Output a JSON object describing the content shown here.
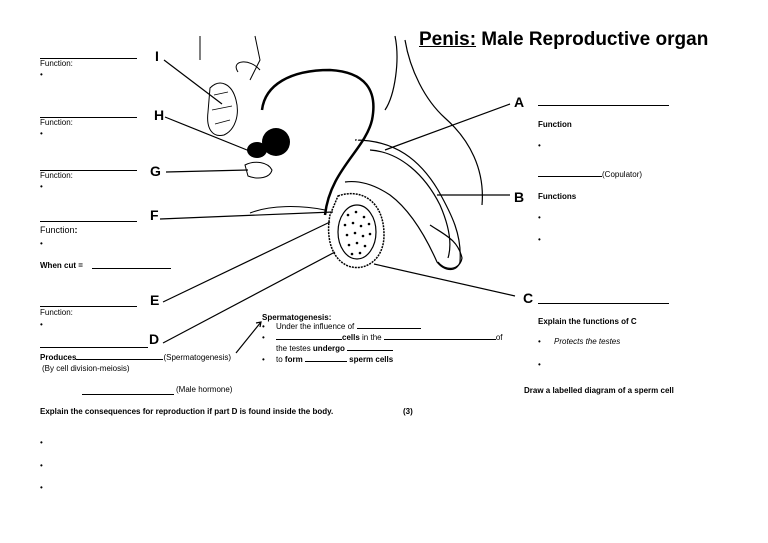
{
  "title": {
    "part1": "Penis:",
    "part2": " Male Reproductive organ"
  },
  "labels": {
    "A": "A",
    "B": "B",
    "C": "C",
    "D": "D",
    "E": "E",
    "F": "F",
    "G": "G",
    "H": "H",
    "I": "I"
  },
  "left": {
    "function_label": "Function:",
    "function_label_big": "Function",
    "colon": ":",
    "bullet": "•",
    "when_cut": "When cut =",
    "produces": "Produces",
    "spermatogenesis_paren": "(Spermatogenesis)",
    "by_division": "(By cell division-meiosis)",
    "male_hormone": "(Male hormone)"
  },
  "right": {
    "function": "Function",
    "copulator": "(Copulator)",
    "functions": "Functions",
    "explain_c": "Explain the functions of C",
    "protects": "Protects the testes",
    "draw_sperm": "Draw a labelled diagram of a sperm cell"
  },
  "sperm": {
    "heading": "Spermatogenesis:",
    "line1": "Under the influence of",
    "cells": "cells",
    "in_the": "in the",
    "of": "of",
    "testes_undergo_1": "the testes",
    "undergo": "undergo",
    "to": "to",
    "form": "form",
    "sperm_cells": "sperm cells"
  },
  "question": {
    "text": "Explain the consequences for reproduction if part D is found inside the body.",
    "marks": "(3)"
  },
  "bullet": "•"
}
